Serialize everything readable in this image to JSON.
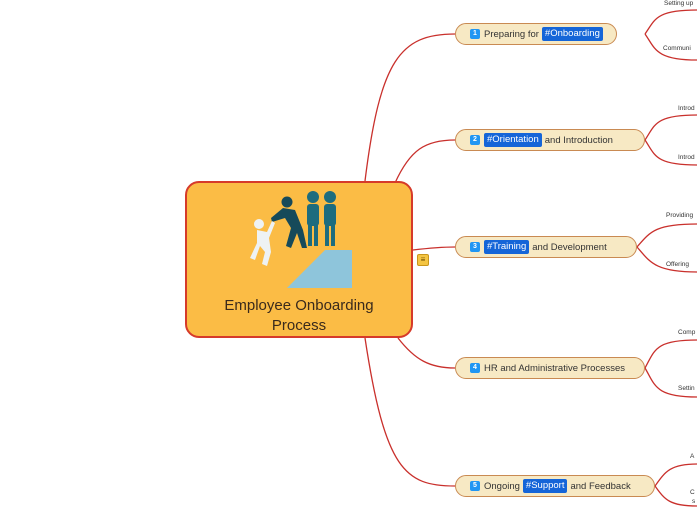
{
  "central": {
    "title": "Employee Onboarding\nProcess",
    "image": "employees-helping-climb-illustration"
  },
  "topics": [
    {
      "num": "1",
      "pre": "Preparing for",
      "tag": "#Onboarding",
      "post": ""
    },
    {
      "num": "2",
      "pre": "",
      "tag": "#Orientation",
      "post": "and Introduction"
    },
    {
      "num": "3",
      "pre": "",
      "tag": "#Training",
      "post": "and Development"
    },
    {
      "num": "4",
      "pre": "HR and Administrative Processes",
      "tag": "",
      "post": ""
    },
    {
      "num": "5",
      "pre": "Ongoing",
      "tag": "#Support",
      "post": "and Feedback"
    }
  ],
  "subtopics": {
    "t1a": "Setting up",
    "t1b": "Communi",
    "t2a": "Introd",
    "t2b": "Introd",
    "t3a": "Providing",
    "t3b": "Offering",
    "t4a": "Comp",
    "t4b": "Settin",
    "t5a": "A",
    "t5b": "C",
    "t5c": "s"
  },
  "colors": {
    "branch": "#c9302c",
    "central_fill": "#fbbc45",
    "topic_fill": "#f7e9c4",
    "tag": "#1565d8",
    "badge": "#2196f3"
  }
}
